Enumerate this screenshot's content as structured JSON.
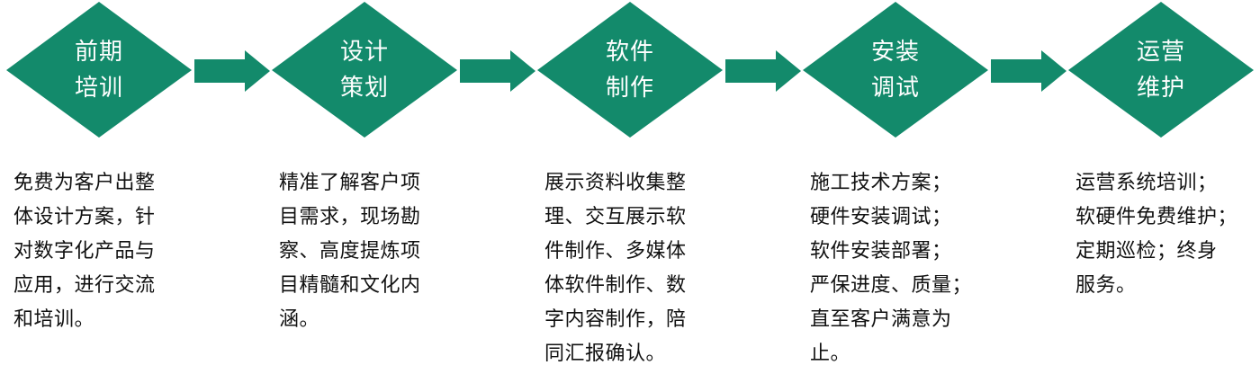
{
  "colors": {
    "accent": "#138a6b",
    "text": "#111111"
  },
  "steps": [
    {
      "label_line1": "前期",
      "label_line2": "培训",
      "description": "免费为客户出整\n体设计方案，针\n对数字化产品与\n应用，进行交流\n和培训。"
    },
    {
      "label_line1": "设计",
      "label_line2": "策划",
      "description": "精准了解客户项\n目需求，现场勘\n察、高度提炼项\n目精髓和文化内\n涵。"
    },
    {
      "label_line1": "软件",
      "label_line2": "制作",
      "description": "展示资料收集整\n理、交互展示软\n件制作、多媒体\n体软件制作、数\n字内容制作，陪\n同汇报确认。"
    },
    {
      "label_line1": "安装",
      "label_line2": "调试",
      "description": "施工技术方案；\n硬件安装调试；\n软件安装部署；\n严保进度、质量；\n直至客户满意为\n止。"
    },
    {
      "label_line1": "运营",
      "label_line2": "维护",
      "description": "运营系统培训；\n软硬件免费维护；\n定期巡检；终身\n服务。"
    }
  ]
}
